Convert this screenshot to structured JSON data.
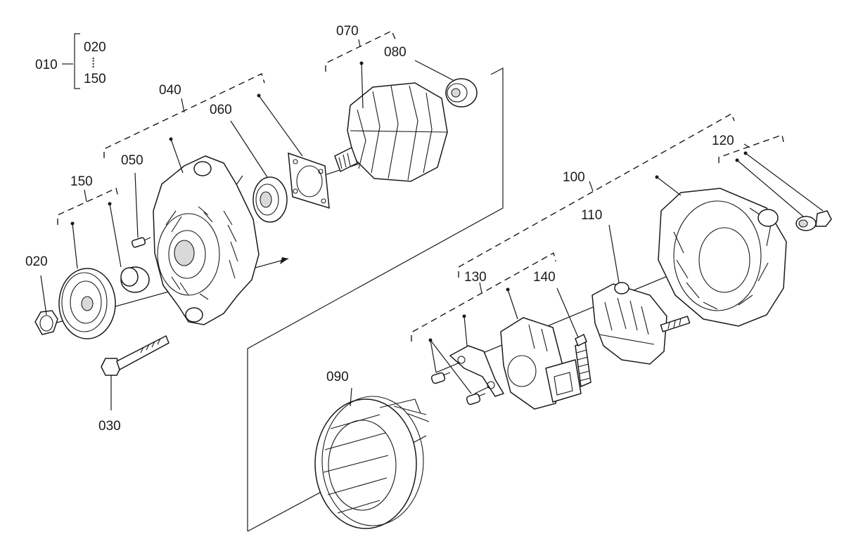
{
  "callouts": {
    "p010": "010",
    "p010_from": "020",
    "p010_range_mark": "⁞",
    "p010_to": "150",
    "p020": "020",
    "p030": "030",
    "p040": "040",
    "p050": "050",
    "p060": "060",
    "p070": "070",
    "p080": "080",
    "p090": "090",
    "p100": "100",
    "p110": "110",
    "p120": "120",
    "p130": "130",
    "p140": "140",
    "p150": "150"
  },
  "colors": {
    "ink": "#1a1a1a",
    "paper": "#ffffff",
    "shade": "#d9d9d9"
  }
}
